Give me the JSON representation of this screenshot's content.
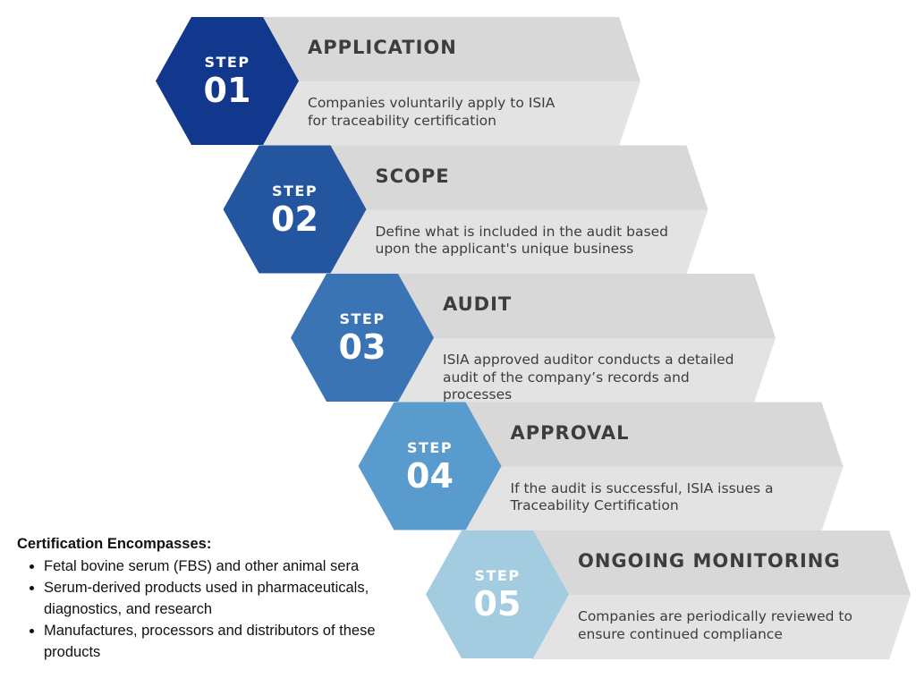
{
  "steps": [
    {
      "step_label": "STEP",
      "number": "01",
      "title": "APPLICATION",
      "description": "Companies voluntarily apply to ISIA for traceability certification",
      "hex_color": "#11388c"
    },
    {
      "step_label": "STEP",
      "number": "02",
      "title": "SCOPE",
      "description": "Define what is included in the audit based upon the applicant's unique business",
      "hex_color": "#24569f"
    },
    {
      "step_label": "STEP",
      "number": "03",
      "title": "AUDIT",
      "description": "ISIA approved auditor conducts a detailed audit of the company’s records and processes",
      "hex_color": "#3b74b5"
    },
    {
      "step_label": "STEP",
      "number": "04",
      "title": "APPROVAL",
      "description": "If the audit is successful, ISIA issues a Traceability Certification",
      "hex_color": "#5a9bcd"
    },
    {
      "step_label": "STEP",
      "number": "05",
      "title": "ONGOING MONITORING",
      "description": "Companies are periodically reviewed to ensure continued compliance",
      "hex_color": "#a4cce0"
    }
  ],
  "banner_colors": {
    "top": "#d8d8d8",
    "bottom": "#e3e3e3"
  },
  "encompasses": {
    "heading": "Certification Encompasses:",
    "items": [
      "Fetal bovine serum (FBS) and other animal sera",
      "Serum-derived products used in pharmaceuticals, diagnostics, and research",
      "Manufactures, processors and distributors of these products"
    ]
  }
}
